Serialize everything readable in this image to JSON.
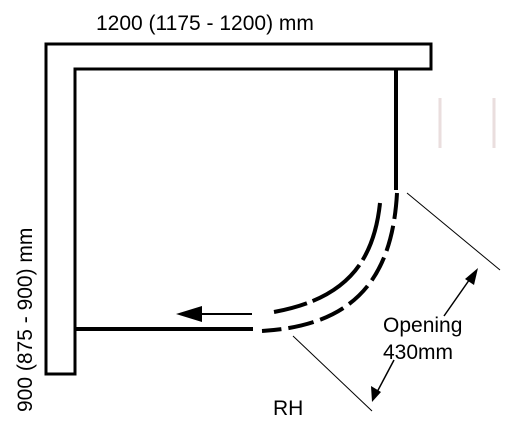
{
  "labels": {
    "width": "1200 (1175 - 1200) mm",
    "depth": "900 (875 - 900) mm",
    "opening_line1": "Opening",
    "opening_line2": "430mm",
    "handing": "RH"
  },
  "colors": {
    "line": "#000000",
    "background": "#ffffff",
    "faint_mark": "#e8e0e0"
  }
}
